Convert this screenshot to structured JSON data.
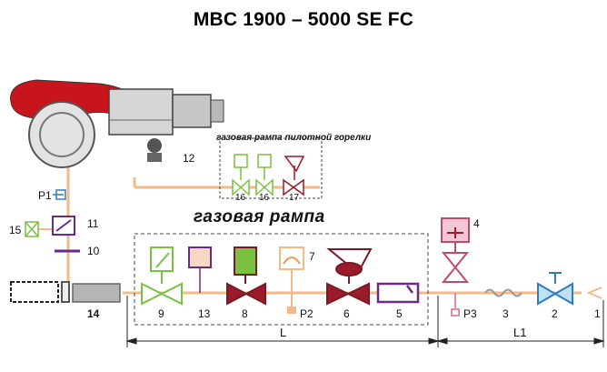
{
  "title": "MBC 1900 – 5000 SE FC",
  "pilot_ramp_caption": "газовая рампа пилотной горелки",
  "gas_ramp_caption": "газовая рампа",
  "labels": {
    "p1": "P1",
    "n15": "15",
    "n11": "11",
    "n10": "10",
    "n14": "14",
    "n12": "12",
    "n16a": "16",
    "n16b": "16",
    "n17": "17",
    "n9": "9",
    "n13": "13",
    "n8": "8",
    "n7": "7",
    "p2": "P2",
    "n6": "6",
    "n5": "5",
    "n4": "4",
    "p3": "P3",
    "n3": "3",
    "n2": "2",
    "n1": "1",
    "L": "L",
    "L1": "L1"
  },
  "colors": {
    "pipe": "#f4b987",
    "burner_red": "#c8141c",
    "valve_green": "#7ac142",
    "valve_red": "#9b1b2a",
    "valve_blue": "#2f7cc1",
    "purple": "#6a2a8a",
    "pink": "#e58aa8"
  }
}
